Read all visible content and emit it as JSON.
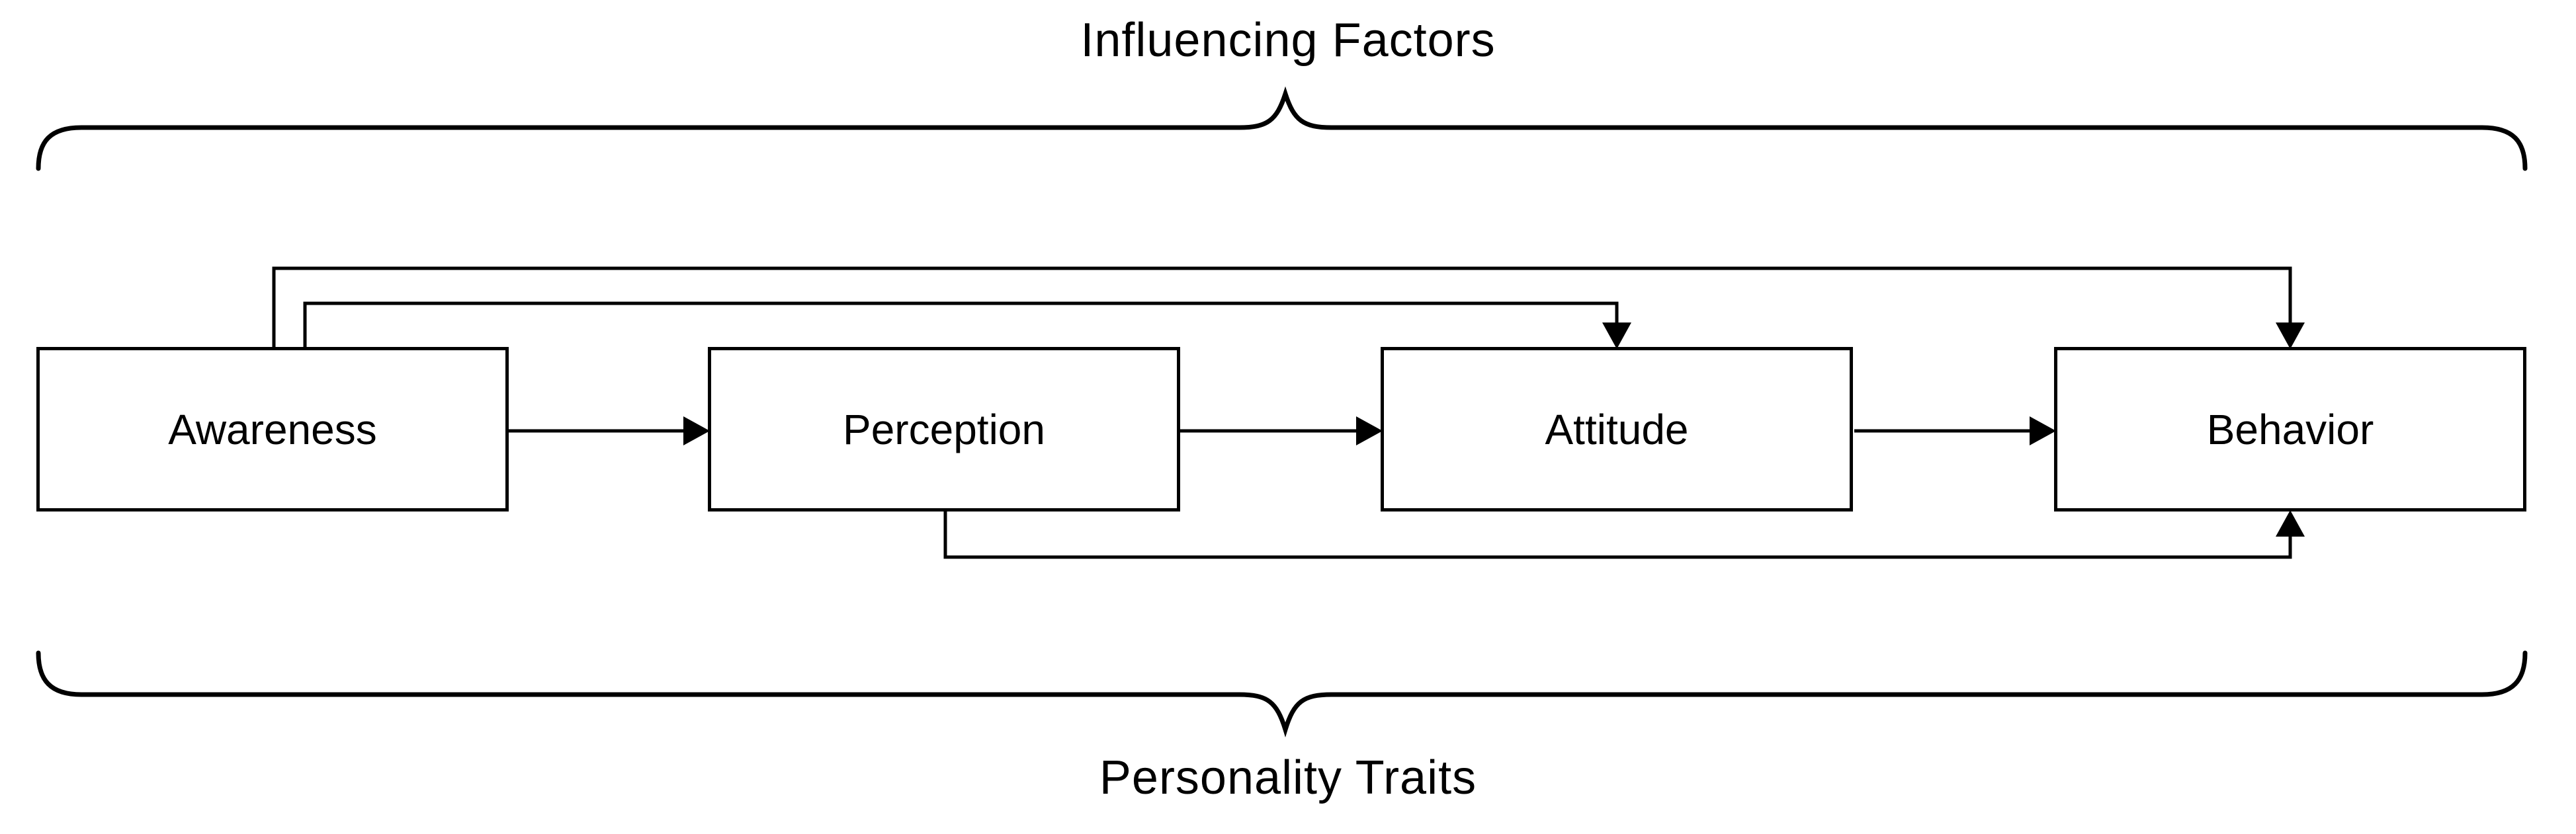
{
  "page": {
    "background_color": "#ffffff",
    "ink_color": "#000000"
  },
  "diagram": {
    "top_label": "Influencing Factors",
    "bottom_label": "Personality Traits",
    "nodes": [
      {
        "id": "awareness",
        "label": "Awareness"
      },
      {
        "id": "perception",
        "label": "Perception"
      },
      {
        "id": "attitude",
        "label": "Attitude"
      },
      {
        "id": "behavior",
        "label": "Behavior"
      }
    ],
    "edges": [
      {
        "from": "Awareness",
        "to": "Perception",
        "route": "direct-right"
      },
      {
        "from": "Perception",
        "to": "Attitude",
        "route": "direct-right"
      },
      {
        "from": "Attitude",
        "to": "Behavior",
        "route": "direct-right"
      },
      {
        "from": "Awareness",
        "to": "Attitude",
        "route": "over-top"
      },
      {
        "from": "Awareness",
        "to": "Behavior",
        "route": "over-top"
      },
      {
        "from": "Perception",
        "to": "Behavior",
        "route": "under-bottom"
      }
    ]
  }
}
